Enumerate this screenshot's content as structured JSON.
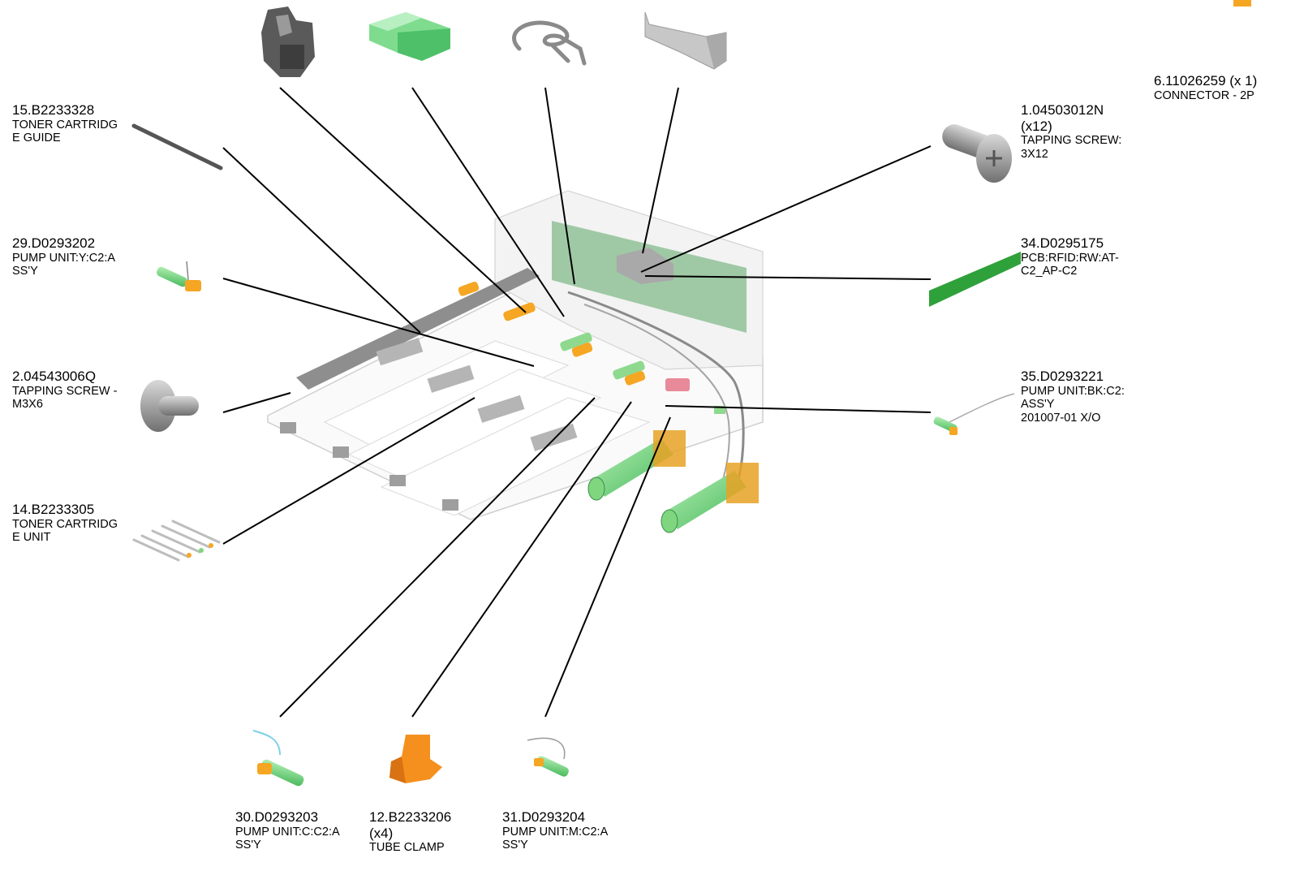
{
  "parts": {
    "p15": {
      "number": "15.B2233328",
      "description": "TONER CARTRIDG\nE GUIDE"
    },
    "p29": {
      "number": "29.D0293202",
      "description": "PUMP UNIT:Y:C2:A\nSS'Y"
    },
    "p2": {
      "number": "2.04543006Q",
      "description": "TAPPING SCREW -\n M3X6"
    },
    "p14": {
      "number": "14.B2233305",
      "description": "TONER CARTRIDG\nE UNIT"
    },
    "p1": {
      "number": "1.04503012N",
      "quantity": "(x12)",
      "description": "TAPPING SCREW:\n3X12"
    },
    "p34": {
      "number": "34.D0295175",
      "description": "PCB:RFID:RW:AT-\nC2_AP-C2"
    },
    "p35": {
      "number": "35.D0293221",
      "description": "PUMP UNIT:BK:C2:\nASS'Y\n201007-01 X/O"
    },
    "p6": {
      "number": "6.11026259 (x 1)",
      "description": "CONNECTOR - 2P"
    },
    "p30": {
      "number": "30.D0293203",
      "description": "PUMP UNIT:C:C2:A\nSS'Y"
    },
    "p12": {
      "number": "12.B2233206",
      "quantity": "(x4)",
      "description": "TUBE CLAMP"
    },
    "p31": {
      "number": "31.D0293204",
      "description": "PUMP UNIT:M:C2:A\nSS'Y"
    }
  },
  "colors": {
    "leader": "#000000",
    "pump_green": "#7ed67e",
    "clamp_orange": "#f5901e",
    "pcb_green": "#2fa13a",
    "part_grey": "#9a9a9a",
    "assembly_outline": "#c8c8c8"
  }
}
